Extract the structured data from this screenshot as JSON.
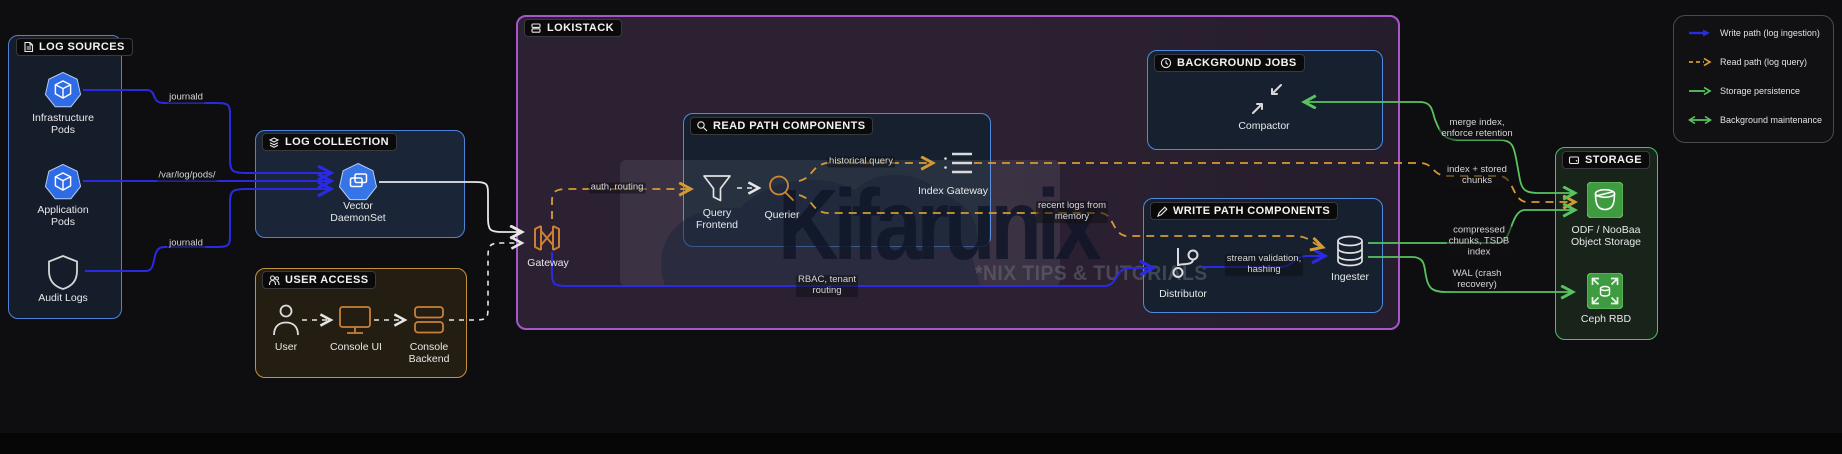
{
  "diagram": {
    "boxes": {
      "log_sources": "LOG SOURCES",
      "log_collection": "LOG COLLECTION",
      "user_access": "USER ACCESS",
      "lokistack": "LOKISTACK",
      "read_path": "READ PATH COMPONENTS",
      "write_path": "WRITE PATH COMPONENTS",
      "background_jobs": "BACKGROUND JOBS",
      "storage": "STORAGE"
    },
    "nodes": {
      "infrastructure_pods": "Infrastructure\nPods",
      "application_pods": "Application\nPods",
      "audit_logs": "Audit Logs",
      "vector": "Vector\nDaemonSet",
      "user": "User",
      "console_ui": "Console UI",
      "console_backend": "Console\nBackend",
      "gateway": "Gateway",
      "query_frontend": "Query\nFrontend",
      "querier": "Querier",
      "index_gateway": "Index Gateway",
      "distributor": "Distributor",
      "ingester": "Ingester",
      "compactor": "Compactor",
      "odf": "ODF / NooBaa\nObject Storage",
      "ceph": "Ceph RBD"
    },
    "edge_labels": {
      "journald_top": "journald",
      "var_log_pods": "/var/log/pods/",
      "journald_bottom": "journald",
      "auth_routing": "auth, routing",
      "historical_query": "historical query",
      "recent_logs": "recent logs from\nmemory",
      "rbac_routing": "RBAC, tenant\nrouting",
      "stream_validation": "stream validation,\nhashing",
      "merge_index": "merge index,\nenforce retention",
      "index_chunks": "index + stored\nchunks",
      "compressed_chunks": "compressed\nchunks, TSDB\nindex",
      "wal": "WAL (crash\nrecovery)"
    },
    "legend": {
      "items": [
        {
          "label": "Write path (log ingestion)",
          "color": "#2a2ae0",
          "style": "solid"
        },
        {
          "label": "Read path (log query)",
          "color": "#d59a33",
          "style": "dashed"
        },
        {
          "label": "Storage persistence",
          "color": "#58c35f",
          "style": "solid"
        },
        {
          "label": "Background maintenance",
          "color": "#58c35f",
          "style": "double"
        }
      ]
    },
    "watermark": {
      "text": "Kifarunix",
      "subtext": "*NIX TIPS & TUTORIALS"
    },
    "colors": {
      "write_path": "#2a2ae0",
      "read_path": "#d59a33",
      "storage_green": "#58c35f",
      "white_flow": "#e6e6e6",
      "lokistack_border": "#a757c9",
      "blue_border": "#4e82d6",
      "green_border": "#54bd68",
      "orange_border": "#c3923c"
    }
  }
}
